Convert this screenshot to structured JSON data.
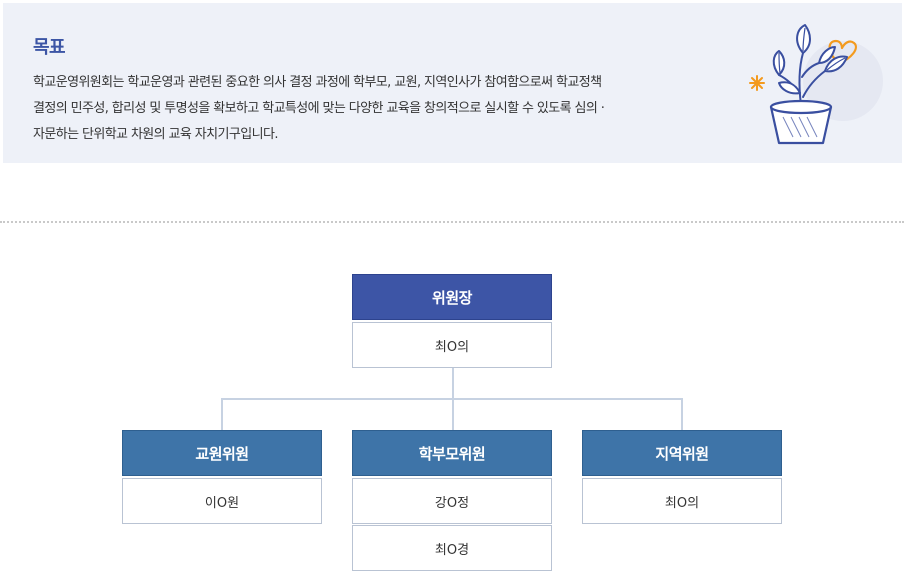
{
  "goal": {
    "title": "목표",
    "lines": [
      "학교운영위원회는 학교운영과 관련된 중요한 의사 결정 과정에 학부모, 교원, 지역인사가 참여함으로써 학교정책",
      "결정의 민주성, 합리성 및 투명성을 확보하고 학교특성에 맞는 다양한 교육을 창의적으로 실시할 수 있도록 심의 ·",
      "자문하는 단위학교 차원의 교육 자치기구입니다."
    ]
  },
  "org": {
    "chair": {
      "title": "위원장",
      "members": [
        "최O의"
      ]
    },
    "groups": [
      {
        "title": "교원위원",
        "members": [
          "이O원"
        ]
      },
      {
        "title": "학부모위원",
        "members": [
          "강O정",
          "최O경"
        ]
      },
      {
        "title": "지역위원",
        "members": [
          "최O의"
        ]
      }
    ]
  },
  "colors": {
    "goal_bg": "#eef1f8",
    "title_blue": "#3c55a5",
    "chair_head": "#3d55a6",
    "member_head": "#3e74a8",
    "connector": "#c7d2e2",
    "accent_orange": "#f39a1e"
  },
  "icons": [
    "potted-plant-illustration",
    "heart-icon",
    "sparkle-icon"
  ]
}
